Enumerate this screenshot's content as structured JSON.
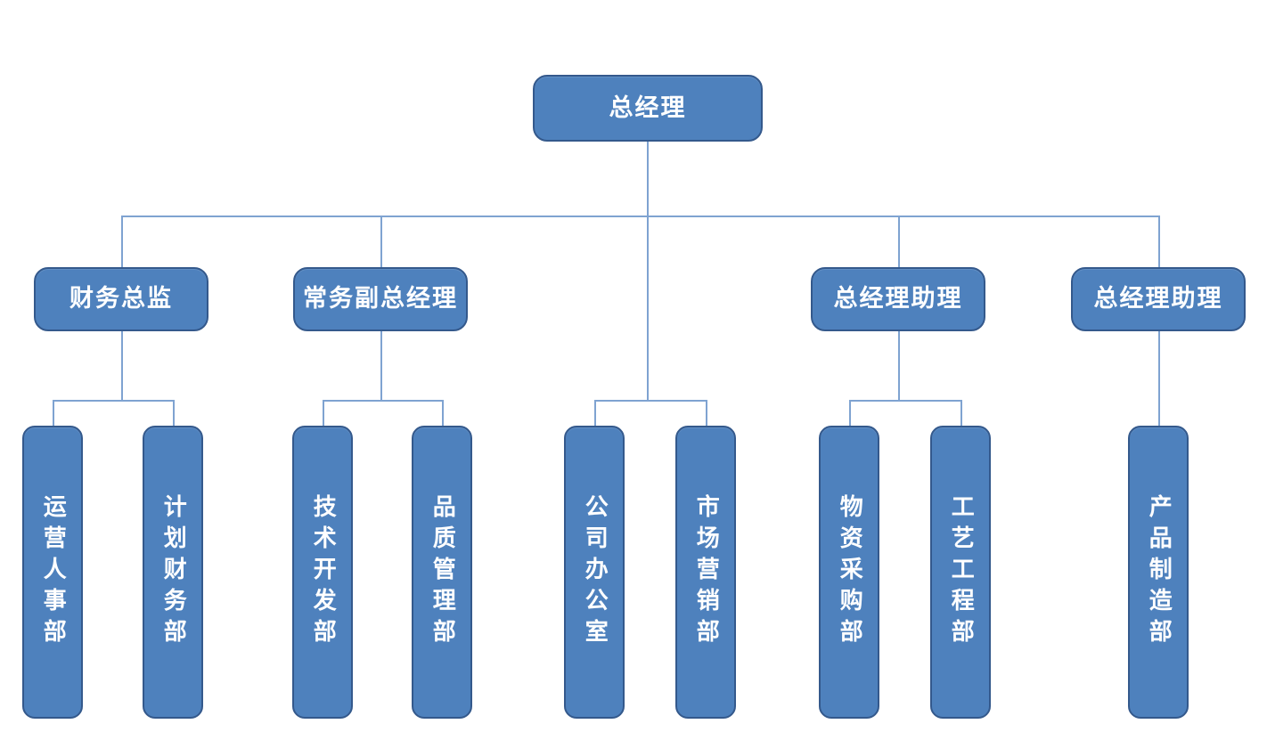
{
  "diagram": {
    "type": "org-chart",
    "nodes": {
      "root": "总经理",
      "l2": [
        "财务总监",
        "常务副总经理",
        "总经理助理",
        "总经理助理"
      ],
      "l3": [
        "运营人事部",
        "计划财务部",
        "技术开发部",
        "品质管理部",
        "公司办公室",
        "市场营销部",
        "物资采购部",
        "工艺工程部",
        "产品制造部"
      ]
    },
    "groups": [
      {
        "parent": "财务总监",
        "children": [
          "运营人事部",
          "计划财务部"
        ]
      },
      {
        "parent": "常务副总经理",
        "children": [
          "技术开发部",
          "品质管理部"
        ]
      },
      {
        "parent": "总经理",
        "children": [
          "公司办公室",
          "市场营销部"
        ]
      },
      {
        "parent": "总经理助理",
        "children": [
          "物资采购部",
          "工艺工程部"
        ]
      },
      {
        "parent": "总经理助理",
        "children": [
          "产品制造部"
        ]
      }
    ],
    "colors": {
      "node_fill": "#4E81BD",
      "node_border": "#34598C",
      "connector": "#7FA3D1",
      "text": "#FFFFFF",
      "background": "#FFFFFF"
    }
  }
}
